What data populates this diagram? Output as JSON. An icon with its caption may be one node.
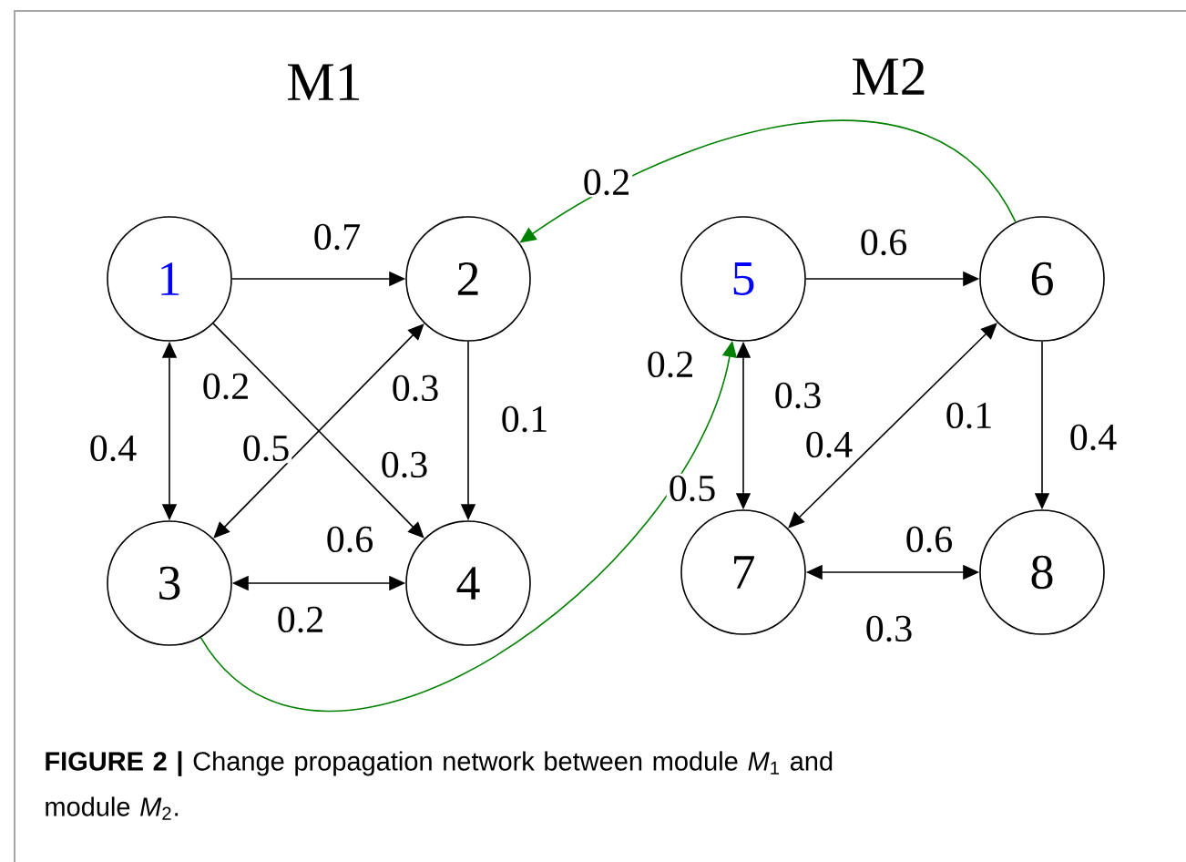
{
  "diagram": {
    "caption": "**FIGURE 2 |** Change propagation network between module *M*$_{1}$ and module *M*$_{2}$.",
    "nodes": [
      {
        "text": [
          "1"
        ]
      },
      {
        "text": [
          "2"
        ]
      },
      {
        "text": [
          "3"
        ]
      },
      {
        "text": [
          "4"
        ]
      },
      {
        "text": [
          "5"
        ]
      },
      {
        "text": [
          "6"
        ]
      },
      {
        "text": [
          "7"
        ]
      },
      {
        "text": [
          "8"
        ]
      }
    ],
    "edges": [
      {
        "from": 0,
        "to": 1,
        "arrow": "to",
        "label": "0.7"
      },
      {
        "from": 0,
        "to": 2,
        "arrow": "both",
        "label": "0.2"
      },
      {
        "from": 0,
        "to": 3,
        "arrow": "to",
        "label": "0.3"
      },
      {
        "from": 1,
        "to": 2,
        "arrow": "both",
        "label": "0.3"
      },
      {
        "from": 1,
        "to": 3,
        "arrow": "to",
        "label": "0.1"
      },
      {
        "from": 2,
        "to": 3,
        "arrow": "both",
        "label": "0.6"
      },
      {
        "from": 4,
        "to": 5,
        "arrow": "to",
        "label": "0.6"
      },
      {
        "from": 4,
        "to": 6,
        "arrow": "both",
        "label": "0.3"
      },
      {
        "from": 5,
        "to": 6,
        "arrow": "both",
        "label": "0.1"
      },
      {
        "from": 5,
        "to": 7,
        "arrow": "to",
        "label": "0.4"
      },
      {
        "from": 6,
        "to": 7,
        "arrow": "both",
        "label": "0.6"
      },
      {
        "from": 5,
        "to": 1,
        "arrow": "to",
        "label": "0.2",
        "color": "#008000"
      },
      {
        "from": 2,
        "to": 4,
        "arrow": "to",
        "label": "0.2",
        "color": "#008000"
      }
    ],
    "labels": [
      "M1",
      "M2",
      "0.4",
      "0.5",
      "0.2",
      "0.5",
      "0.4",
      "0.3"
    ]
  }
}
